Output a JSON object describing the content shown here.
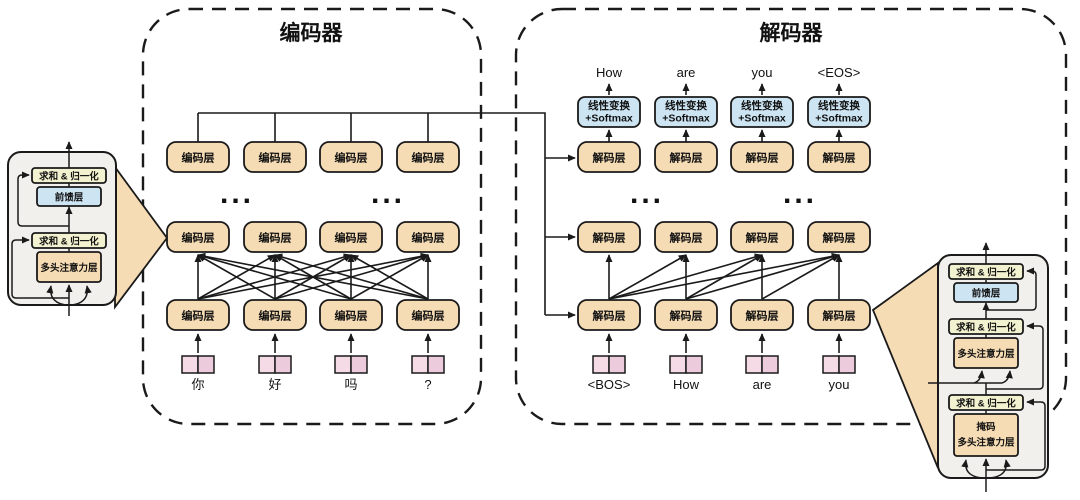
{
  "encoder": {
    "title": "编码器",
    "layer_label": "编码层",
    "tokens": [
      "你",
      "好",
      "吗",
      "?"
    ],
    "ellipsis": "..."
  },
  "decoder": {
    "title": "解码器",
    "layer_label": "解码层",
    "outputs": [
      "How",
      "are",
      "you",
      "<EOS>"
    ],
    "tokens": [
      "<BOS>",
      "How",
      "are",
      "you"
    ],
    "softmax_line1": "线性变换",
    "softmax_line2": "+Softmax",
    "ellipsis": "..."
  },
  "layer_detail": {
    "add_norm": "求和 & 归一化",
    "feed_forward": "前馈层",
    "multi_head_attention": "多头注意力层",
    "masked_line1": "掩码",
    "masked_line2": "多头注意力层"
  },
  "colors": {
    "tan": "#f6dcb4",
    "yellow": "#f3f2d0",
    "blue": "#cde5f3",
    "pink_light": "#f4dbe5",
    "pink_dark": "#ecccdc",
    "panel": "#f2f0ec",
    "line": "#1a1a1a"
  }
}
